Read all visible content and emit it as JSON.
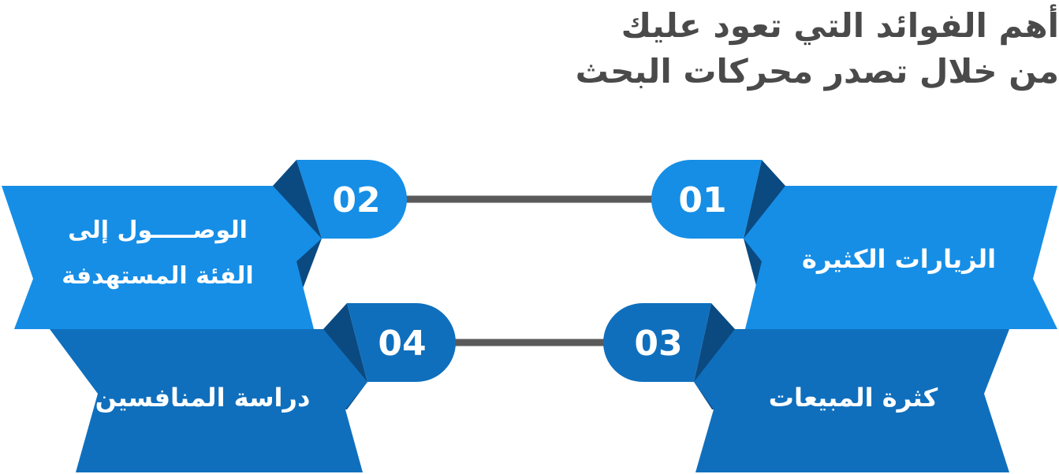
{
  "title": {
    "line1": "أهم الفوائد التي تعود عليك",
    "line2": "من خلال تصدر محركات البحث"
  },
  "colors": {
    "light_blue": "#168ee6",
    "mid_blue": "#0f6fbd",
    "dark_fold": "#0b4a80",
    "connector": "#5a5a5a",
    "title": "#4a4a4a"
  },
  "items": [
    {
      "number": "01",
      "lines": [
        "الزيارات الكثيرة"
      ]
    },
    {
      "number": "02",
      "lines": [
        "الوصـــــول إلى",
        "الفئة المستهدفة"
      ]
    },
    {
      "number": "03",
      "lines": [
        "كثرة المبيعات"
      ]
    },
    {
      "number": "04",
      "lines": [
        "دراسة المنافسين"
      ]
    }
  ]
}
